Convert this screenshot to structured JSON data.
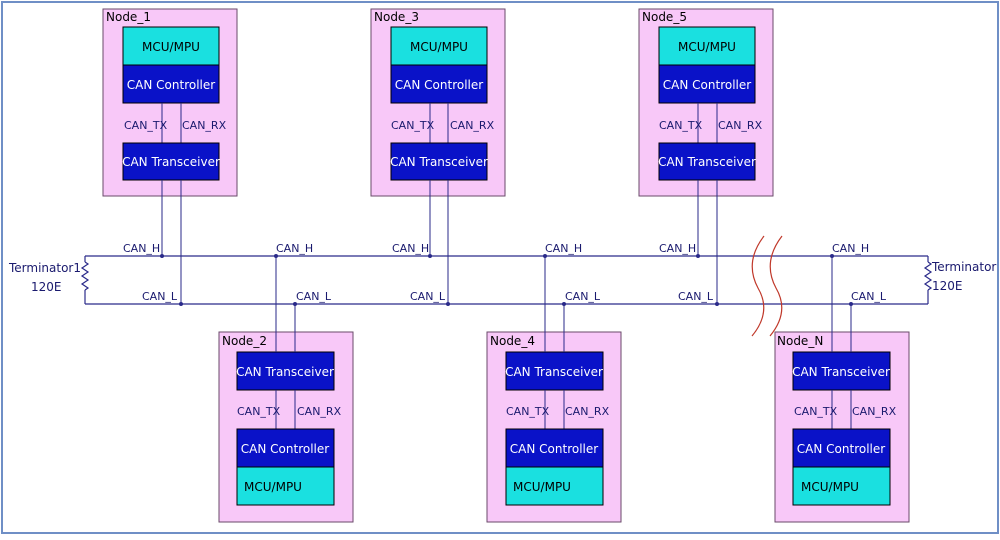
{
  "colors": {
    "frame": "#6f8fc6",
    "node_bg": "#f8c8f8",
    "node_border": "#6a4a6a",
    "mcu_bg": "#1ae0e0",
    "ctrl_bg": "#0a12c8",
    "bus_line": "#2a2a8a",
    "break_mark": "#c0392b"
  },
  "labels": {
    "mcu": "MCU/MPU",
    "controller": "CAN Controller",
    "transceiver": "CAN Transceiver",
    "can_tx": "CAN_TX",
    "can_rx": "CAN_RX",
    "can_h": "CAN_H",
    "can_l": "CAN_L"
  },
  "terminators": {
    "left": {
      "name": "Terminator1",
      "value": "120E"
    },
    "right": {
      "name": "Terminator",
      "value": "120E"
    }
  },
  "nodes": [
    {
      "name": "Node_1",
      "position": "top"
    },
    {
      "name": "Node_3",
      "position": "top"
    },
    {
      "name": "Node_5",
      "position": "top"
    },
    {
      "name": "Node_2",
      "position": "bottom"
    },
    {
      "name": "Node_4",
      "position": "bottom"
    },
    {
      "name": "Node_N",
      "position": "bottom"
    }
  ]
}
